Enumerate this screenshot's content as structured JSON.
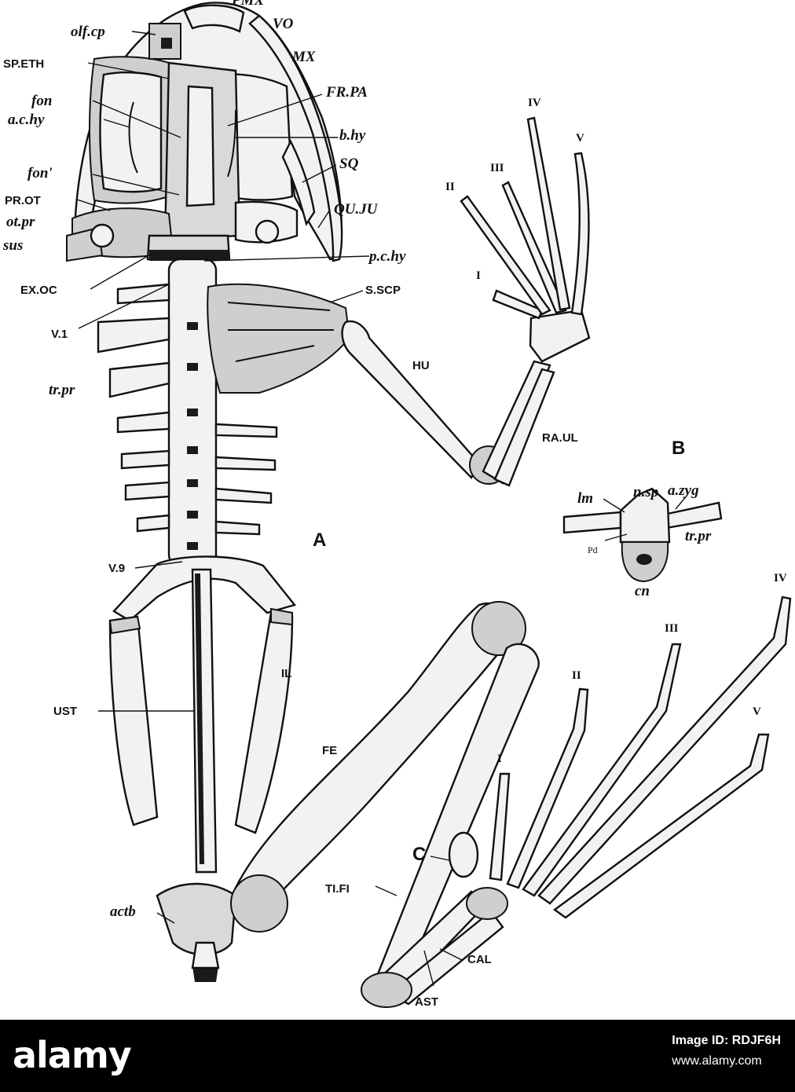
{
  "figure": {
    "panel_labels": {
      "A": "A",
      "B": "B",
      "C": "C"
    },
    "head_labels": {
      "mx_top": "PMX",
      "vo": "VO",
      "olf_cp": "olf.cp",
      "mx": "MX",
      "sp_eth": "SP.ETH",
      "fr_pa": "FR.PA",
      "fon": "fon",
      "b_hy": "b.hy",
      "a_c_hy": "a.c.hy",
      "sq": "SQ",
      "fon2": "fon'",
      "pr_ot": "PR.OT",
      "qu_ju": "QU.JU",
      "ot_pr": "ot.pr",
      "sus": "sus",
      "p_c_hy": "p.c.hy",
      "ex_oc": "EX.OC",
      "s_scp": "S.SCP",
      "v1": "V.1",
      "hu": "HU",
      "tr_pr": "tr.pr",
      "ra_ul": "RA.UL"
    },
    "hand_digits": [
      "IV",
      "V",
      "III",
      "II",
      "I"
    ],
    "vertebra_labels": {
      "n_sp": "n.sp",
      "lm": "lm",
      "a_zyg": "a.zyg",
      "pd": "Pd",
      "tr_pr": "tr.pr",
      "cn": "cn"
    },
    "body_labels": {
      "v9": "V.9",
      "il": "IL",
      "ust": "UST",
      "fe": "FE",
      "ti_fi": "TI.FI",
      "actb": "actb",
      "cal": "CAL",
      "ast": "AST"
    },
    "foot_digits": [
      "IV",
      "III",
      "II",
      "V",
      "I"
    ]
  },
  "footer": {
    "logo": "alamy",
    "stock_line1": "Image ID: RDJF6H",
    "stock_line2": "www.alamy.com"
  }
}
